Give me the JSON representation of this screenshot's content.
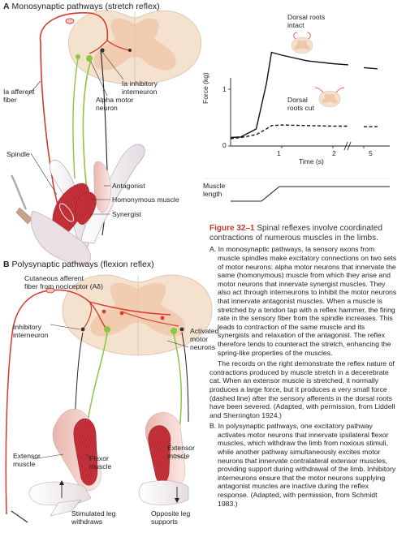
{
  "panelA": {
    "letter": "A",
    "title": "Monosynaptic pathways (stretch reflex)",
    "labels": {
      "ia_afferent": "Ia afferent\nfiber",
      "ia_inhibitory": "Ia inhibitory\ninterneuron",
      "alpha_motor": "Alpha motor\nneuron",
      "spindle": "Spindle",
      "antagonist": "Antagonist",
      "homonymous": "Homonymous muscle",
      "synergist": "Synergist"
    }
  },
  "graph": {
    "dorsal_intact": "Dorsal roots\nintact",
    "dorsal_cut": "Dorsal\nroots cut",
    "ylabel": "Force (kg)",
    "xlabel": "Time (s)",
    "yticks": [
      "0",
      "1"
    ],
    "xticks": [
      "1",
      "2",
      "5"
    ],
    "muscle_length": "Muscle\nlength"
  },
  "chart_data": {
    "type": "line",
    "xlabel": "Time (s)",
    "ylabel": "Force (kg)",
    "xticks": [
      1,
      2,
      5
    ],
    "yticks": [
      0,
      1
    ],
    "axis_break_between": [
      2,
      5
    ],
    "series": [
      {
        "name": "Dorsal roots intact",
        "style": "solid",
        "x": [
          0,
          0.2,
          0.5,
          0.7,
          0.8,
          1.0,
          1.5,
          2.0,
          2.3,
          5.0,
          5.3
        ],
        "y": [
          0.15,
          0.16,
          0.3,
          1.1,
          1.65,
          1.6,
          1.5,
          1.45,
          1.43,
          1.38,
          1.36
        ]
      },
      {
        "name": "Dorsal roots cut",
        "style": "dashed",
        "x": [
          0,
          0.2,
          0.5,
          0.7,
          0.8,
          1.0,
          1.5,
          2.0,
          2.3,
          5.0,
          5.3
        ],
        "y": [
          0.13,
          0.15,
          0.2,
          0.3,
          0.36,
          0.37,
          0.36,
          0.35,
          0.35,
          0.34,
          0.34
        ]
      }
    ]
  },
  "panelB": {
    "letter": "B",
    "title": "Polysynaptic pathways (flexion reflex)",
    "labels": {
      "cutaneous": "Cutaneous afferent\nfiber from nociceptor (Aδ)",
      "inhibitory": "Inhibitory\ninterneuron",
      "activated": "Activated\nmotor\nneurons",
      "extensor_left": "Extensor\nmuscle",
      "extensor_right": "Extensor\nmuscle",
      "flexor": "Flexor\nmuscle",
      "stimulated": "Stimulated leg\nwithdraws",
      "opposite": "Opposite leg\nsupports"
    }
  },
  "caption": {
    "fig_no": "Figure 32–1",
    "title": "Spinal reflexes involve coordinated contractions of numerous muscles in the limbs.",
    "paraA_letter": "A.",
    "paraA": "In monosynaptic pathways, Ia sensory axons from muscle spindles make excitatory connections on two sets of motor neurons: alpha motor neurons that innervate the same (homonymous) muscle from which they arise and motor neurons that innervate synergist muscles. They also act through interneurons to inhibit the motor neurons that innervate antagonist muscles. When a muscle is stretched by a tendon tap with a reflex hammer, the firing rate in the sensory fiber from the spindle increases. This leads to contraction of the same muscle and its synergists and relaxation of the antagonist. The reflex therefore tends to counteract the stretch, enhancing the spring-like properties of the muscles.",
    "paraA2": "The records on the right demonstrate the reflex nature of contractions produced by muscle stretch in a decerebrate cat. When an extensor muscle is stretched, it normally produces a large force, but it produces a very small force (dashed line) after the sensory afferents in the dorsal roots have been severed. (Adapted, with permission, from Liddell and Sherrington 1924.)",
    "paraB_letter": "B.",
    "paraB": "In polysynaptic pathways, one excitatory pathway activates motor neurons that innervate ipsilateral flexor muscles, which withdraw the limb from noxious stimuli, while another pathway simultaneously excites motor neurons that innervate contralateral extensor muscles, providing support during withdrawal of the limb. Inhibitory interneurons ensure that the motor neurons supplying antagonist muscles are inactive during the reflex response. (Adapted, with permission, from Schmidt 1983.)"
  },
  "colors": {
    "spinal_cord": "#f4e2cf",
    "gray_matter": "#f0c8ac",
    "afferent_red": "#d9392b",
    "motor_green": "#8cc63f",
    "muscle_red": "#c8323a",
    "bone": "#e9e2e6",
    "caption_red": "#c0392b"
  }
}
